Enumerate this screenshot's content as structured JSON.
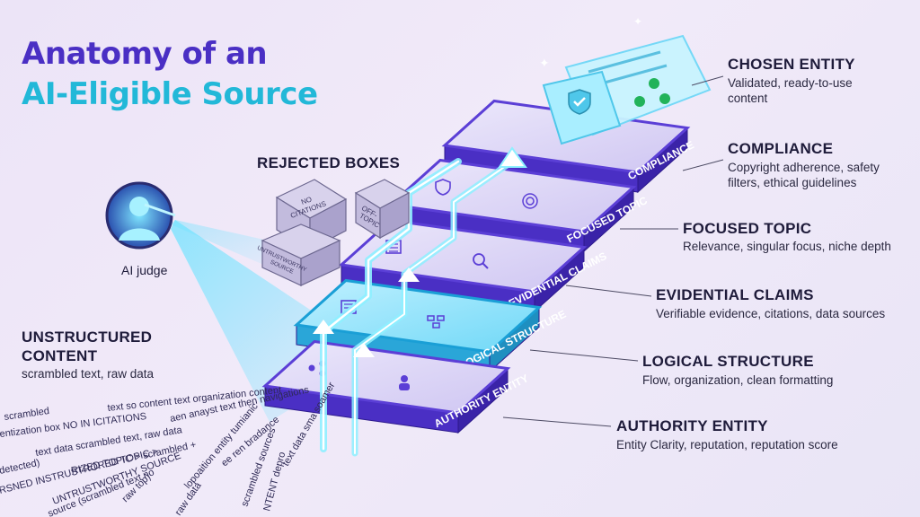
{
  "title": {
    "line1": "Anatomy of an",
    "line2": "AI-Eligible Source"
  },
  "layers": [
    {
      "name": "AUTHORITY ENTITY",
      "label": "AUTHORITY ENTITY",
      "desc": "Entity Clarity, reputation, reputation score",
      "left_icon": "network-icon",
      "right_icon": "person-icon"
    },
    {
      "name": "LOGICAL STRUCTURE",
      "label": "LOGICAL STRUCTURE",
      "desc": "Flow, organization, clean formatting",
      "left_icon": "document-icon",
      "right_icon": "flowchart-icon",
      "highlight": true
    },
    {
      "name": "EVIDENTIAL CLAIMS",
      "label": "EVIDENTIAL CLAIMS",
      "desc": "Verifiable evidence, citations, data sources",
      "left_icon": "list-icon",
      "right_icon": "magnifier-icon"
    },
    {
      "name": "FOCUSED TOPIC",
      "label": "FOCUSED TOPIC",
      "desc": "Relevance, singular focus, niche depth",
      "left_icon": "shield-icon",
      "right_icon": "target-icon"
    },
    {
      "name": "COMPLIANCE",
      "label": "COMPLIANCE",
      "desc": "Copyright adherence, safety filters, ethical guidelines"
    }
  ],
  "chosen": {
    "title": "CHOSEN ENTITY",
    "desc1": "Validated, ready-to-use",
    "desc2": "content"
  },
  "compliance_desc": {
    "line1": "Copyright adherence, safety",
    "line2": "filters, ethical guidelines"
  },
  "rejected": {
    "title": "REJECTED BOXES",
    "box1": [
      "NO",
      "CITATIONS"
    ],
    "box2": [
      "OFF-",
      "TOPIC"
    ],
    "box3": [
      "UNTRUSTWORTHY",
      "SOURCE"
    ]
  },
  "judge": {
    "label": "AI judge"
  },
  "unstructured": {
    "title1": "UNSTRUCTURED",
    "title2": "CONTENT",
    "desc": "scrambled text, raw data"
  },
  "scrambled_lines": [
    "scrambled",
    "text so content text organization content",
    "entization box  NO IN ICITATIONS",
    "text data scrambled text, raw data",
    "RIZED TOPIC >  scrambled +",
    "detected)",
    "RSNED INSTRUSTRORED TOPIC >",
    "UNTRUSTWORTHY SOURCE",
    "source (scrambled text no",
    "raw top)",
    "aen anayst text then navigations",
    "NTENT depro",
    "scrambled sources",
    "text data sma soamer",
    "lopoaition entity tumianic",
    "ee ren bradance",
    "raw data"
  ],
  "colors": {
    "purple": "#4a2fc4",
    "cyan": "#22b8d8",
    "layer_top": "#ddd6f5",
    "layer_side": "#5b3fd6",
    "highlight": "#3ec3f0"
  }
}
